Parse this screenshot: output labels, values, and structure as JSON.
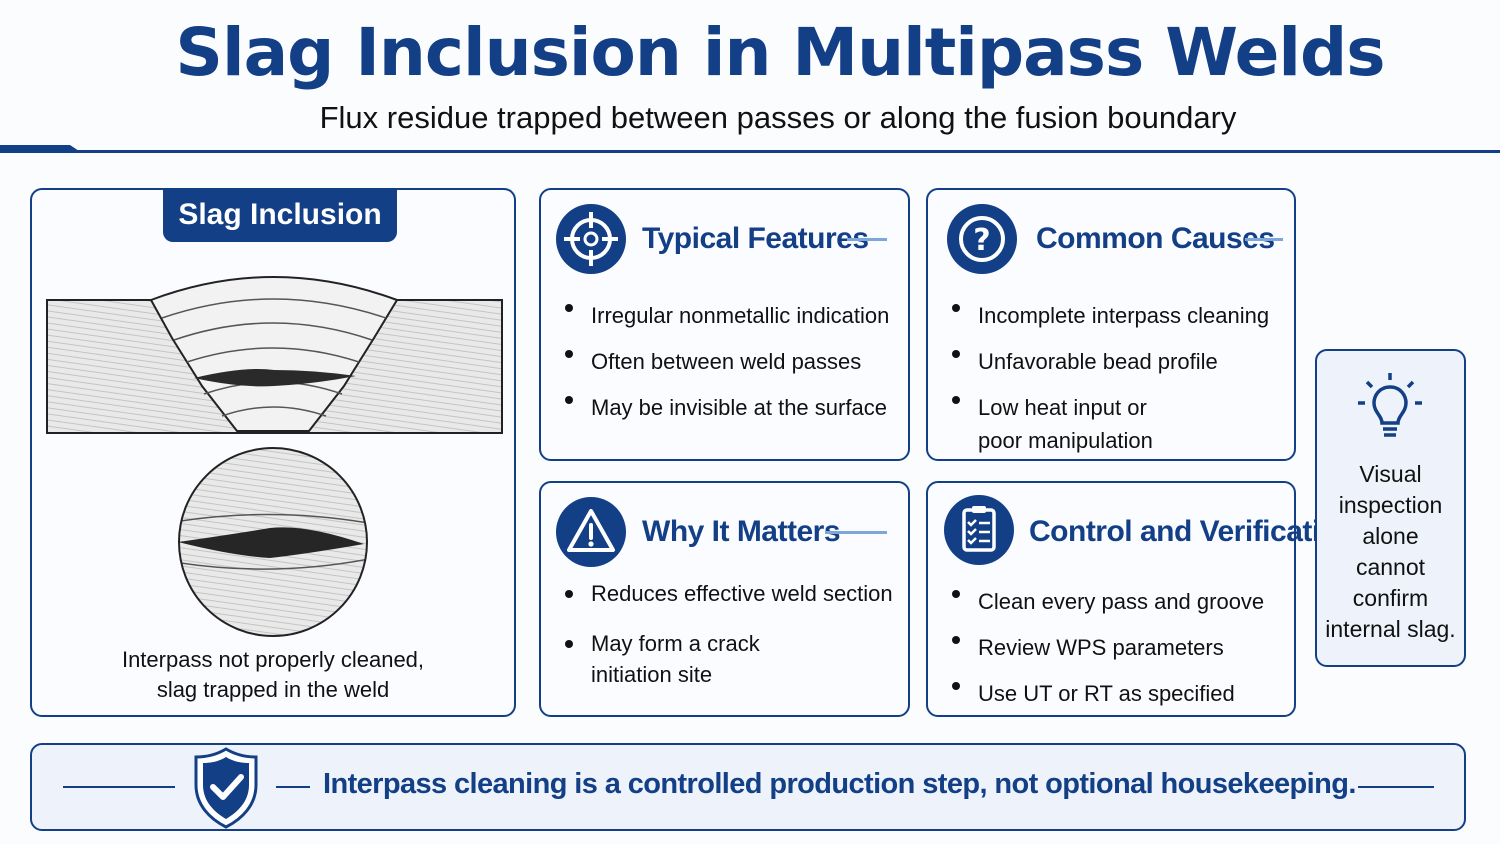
{
  "title": "Slag Inclusion in Multipass Welds",
  "subtitle": "Flux residue trapped between passes or along the fusion boundary",
  "colors": {
    "primary": "#123f85",
    "accent_line": "#7da7d8",
    "panel_fill": "#eef3fb",
    "text": "#111111"
  },
  "diagram": {
    "tab_label": "Slag Inclusion",
    "caption_line1": "Interpass not properly cleaned,",
    "caption_line2": "slag trapped in the weld"
  },
  "cards": [
    {
      "icon": "crosshair-icon",
      "heading": "Typical Features",
      "items": [
        "Irregular nonmetallic indication",
        "Often between weld passes",
        "May be invisible at the surface"
      ]
    },
    {
      "icon": "question-icon",
      "heading": "Common Causes",
      "items": [
        "Incomplete interpass cleaning",
        "Unfavorable bead profile",
        "Low heat input or",
        "poor manipulation"
      ]
    },
    {
      "icon": "warning-icon",
      "heading": "Why It Matters",
      "items": [
        "Reduces effective weld section",
        "May form a crack",
        "initiation site"
      ]
    },
    {
      "icon": "clipboard-checklist-icon",
      "heading": "Control and Verification",
      "items": [
        "Clean every pass and groove",
        "Review WPS parameters",
        "Use UT or RT as specified"
      ]
    }
  ],
  "side_note": {
    "icon": "lightbulb-icon",
    "lines": [
      "Visual",
      "inspection",
      "alone",
      "cannot",
      "confirm",
      "internal slag."
    ]
  },
  "banner": {
    "icon": "shield-check-icon",
    "text": "Interpass cleaning is a controlled production step, not optional housekeeping."
  }
}
